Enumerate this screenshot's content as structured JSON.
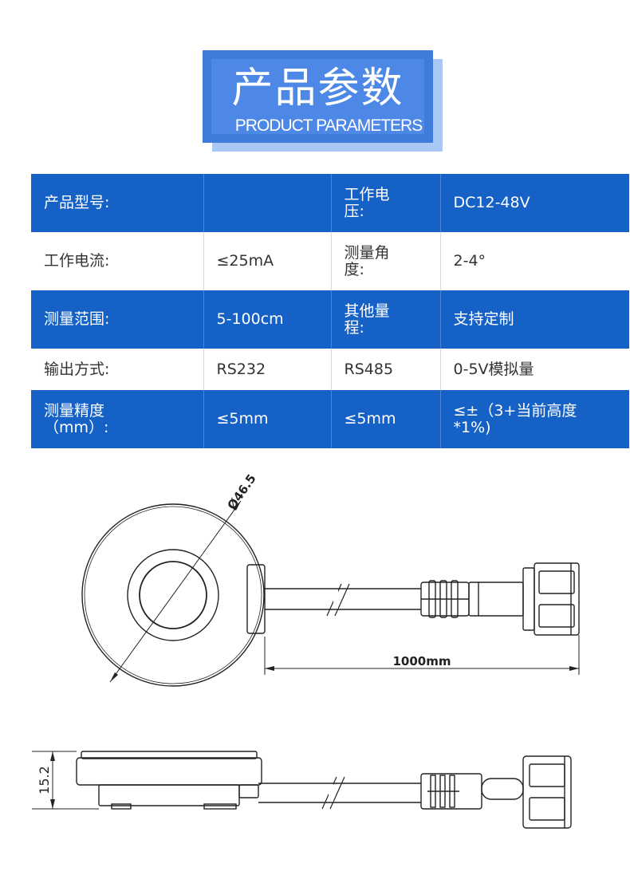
{
  "header": {
    "title": "产品参数",
    "subtitle": "PRODUCT PARAMETERS"
  },
  "colors": {
    "table_header_blue": "#1561c6",
    "badge_blue": "#4d88e6"
  },
  "spec_table": {
    "rows": [
      [
        "产品型号:",
        "",
        "工作电压:",
        "DC12-48V"
      ],
      [
        "工作电流:",
        "≤25mA",
        "测量角度:",
        "2-4°"
      ],
      [
        "测量范围:",
        "5-100cm",
        "其他量程:",
        "支持定制"
      ],
      [
        "输出方式:",
        "RS232",
        "RS485",
        "0-5V模拟量"
      ],
      [
        "测量精度（mm）:",
        "≤5mm",
        "≤5mm",
        "≤±（3+当前高度*1%)"
      ]
    ]
  },
  "top_view": {
    "diameter_label": "Ø46.5",
    "cable_length_label": "1000mm"
  },
  "side_view": {
    "height_label": "15.2"
  }
}
